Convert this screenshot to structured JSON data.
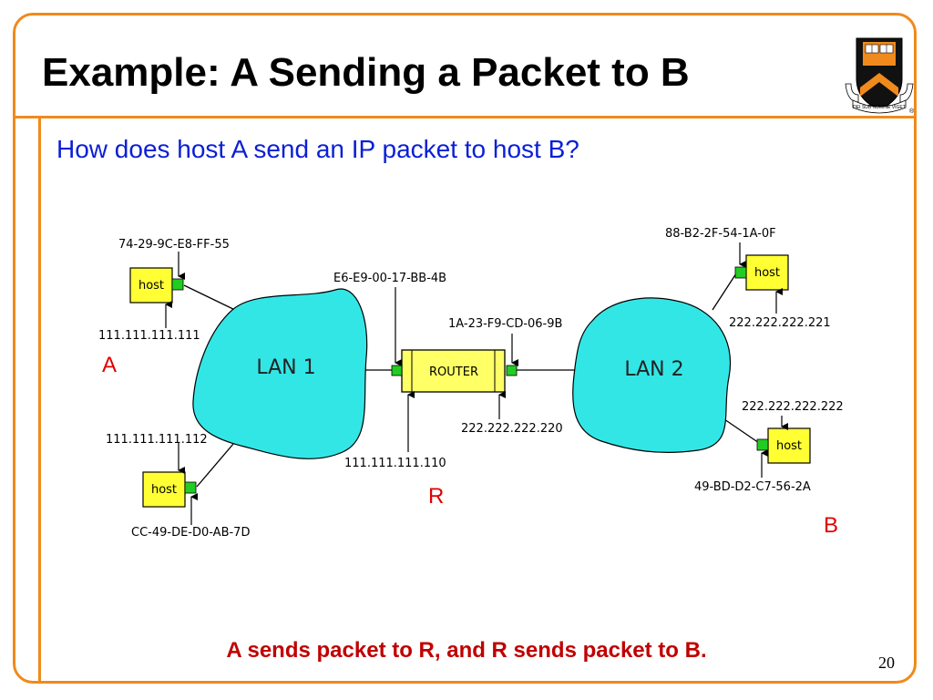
{
  "slide": {
    "title": "Example: A Sending a Packet to B",
    "question": "How does host A send an IP packet to host B?",
    "caption": "A sends packet to R, and R sends packet to B.",
    "page_number": "20"
  },
  "colors": {
    "border": "#f08a1c",
    "question": "#0a1fd6",
    "caption": "#c00000",
    "lan_cloud": "#33e6e6",
    "host_box": "#ffff33",
    "router_box": "#ffff66",
    "interface": "#22cc22",
    "node_letter": "#e00000"
  },
  "logo": {
    "motto": "DEI SUB NUMINE VIGET",
    "mark": "®"
  },
  "diagram": {
    "lan1_label": "LAN 1",
    "lan2_label": "LAN 2",
    "router_label": "ROUTER",
    "host_label": "host",
    "node_a": "A",
    "node_r": "R",
    "node_b": "B",
    "host_a_mac": "74-29-9C-E8-FF-55",
    "host_a_ip": "111.111.111.111",
    "host_c_ip": "111.111.111.112",
    "host_c_mac": "CC-49-DE-D0-AB-7D",
    "router_left_mac": "E6-E9-00-17-BB-4B",
    "router_left_ip": "111.111.111.110",
    "router_right_mac": "1A-23-F9-CD-06-9B",
    "router_right_ip": "222.222.222.220",
    "host_d_mac": "88-B2-2F-54-1A-0F",
    "host_d_ip": "222.222.222.221",
    "host_b_ip": "222.222.222.222",
    "host_b_mac": "49-BD-D2-C7-56-2A"
  }
}
